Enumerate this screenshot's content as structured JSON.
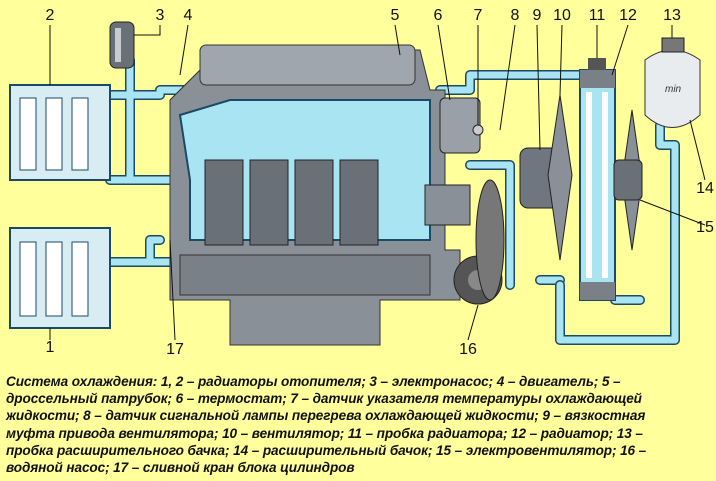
{
  "title": "Система охлаждения",
  "labels": {
    "n1": "1",
    "n2": "2",
    "n3": "3",
    "n4": "4",
    "n5": "5",
    "n6": "6",
    "n7": "7",
    "n8": "8",
    "n9": "9",
    "n10": "10",
    "n11": "11",
    "n12": "12",
    "n13": "13",
    "n14": "14",
    "n15": "15",
    "n16": "16",
    "n17": "17",
    "tank_min": "min"
  },
  "caption": {
    "lines": [
      "Система охлаждения: 1, 2 – радиаторы отопителя; 3 – электронасос; 4 – двигатель; 5 –",
      "дроссельный патрубок; 6 – термостат; 7 – датчик указателя температуры охлаждающей",
      "жидкости; 8 – датчик сигнальной лампы перегрева охлаждающей жидкости; 9 – вязкостная",
      "муфта привода вентилятора; 10 – вентилятор; 11 – пробка радиатора; 12 – радиатор; 13 –",
      "пробка расширительного бачка; 14 – расширительный бачок; 15 – электровентилятор; 16 –",
      "водяной насос; 17 – сливной кран блока цилиндров"
    ]
  },
  "colors": {
    "background": "#ffff9c",
    "coolant": "#a8e4f2",
    "engine": "#8a9098",
    "outline": "#1a4a66"
  }
}
